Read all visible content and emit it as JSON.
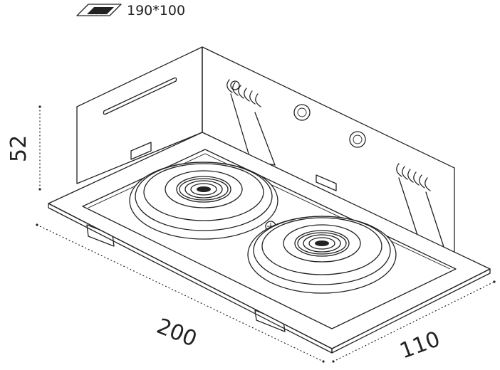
{
  "cutout_label": "190*100",
  "dimensions": {
    "height": "52",
    "length": "200",
    "width": "110"
  },
  "icons": {
    "cutout": "hatched-cutout-icon"
  }
}
